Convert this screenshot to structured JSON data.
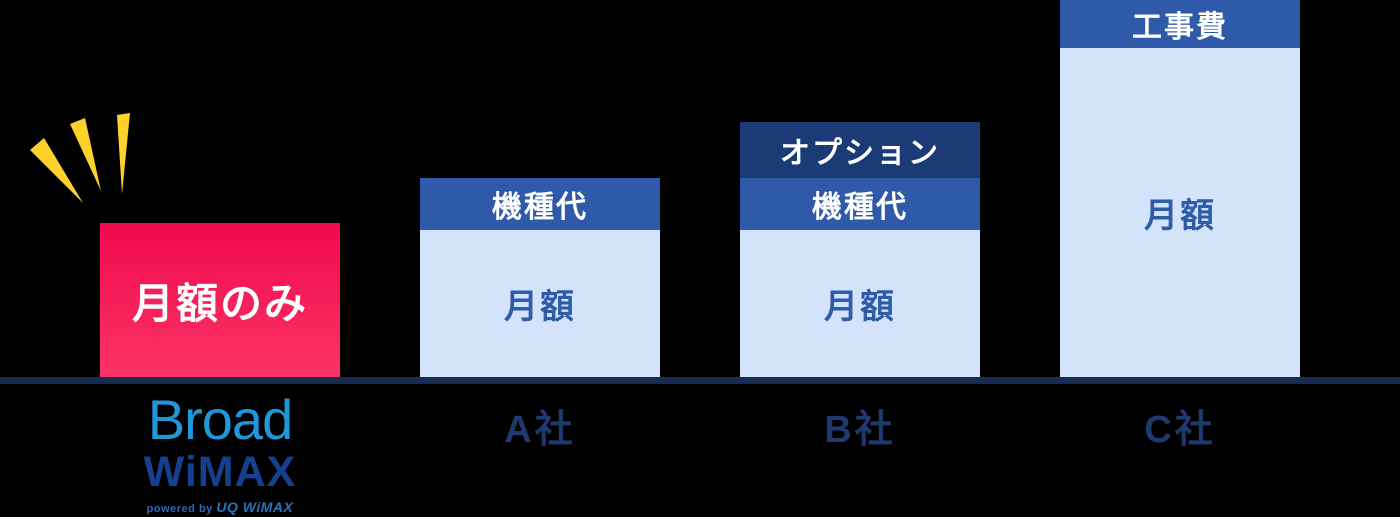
{
  "colors": {
    "background": "#000000",
    "baseline": "#182B51",
    "bar_pink_top": "#F00A4E",
    "bar_pink_bottom": "#FB3366",
    "segment_light_blue": "#D3E3FA",
    "segment_medium_blue": "#2F5AA9",
    "segment_dark_navy": "#1C3B76",
    "spark_yellow": "#FFD22B",
    "label_navy": "#1E3A6F",
    "monthly_text_blue": "#2F5BA8",
    "logo_broad_blue": "#2196D8",
    "logo_wimax_navy": "#16408F"
  },
  "bars": [
    {
      "label": "Broad WiMAX",
      "segments": [
        {
          "label": "月額のみ"
        }
      ]
    },
    {
      "label": "A社",
      "segments": [
        {
          "label": "機種代"
        },
        {
          "label": "月額"
        }
      ]
    },
    {
      "label": "B社",
      "segments": [
        {
          "label": "オプション"
        },
        {
          "label": "機種代"
        },
        {
          "label": "月額"
        }
      ]
    },
    {
      "label": "C社",
      "segments": [
        {
          "label": "工事費"
        },
        {
          "label": "月額"
        }
      ]
    }
  ],
  "logo": {
    "broad": "Broad",
    "wimax": "WiMAX",
    "powered_by": "powered by",
    "powered_brand": "UQ WiMAX"
  },
  "chart_data": {
    "type": "bar",
    "stacked": true,
    "orientation": "vertical",
    "categories": [
      "Broad WiMAX",
      "A社",
      "B社",
      "C社"
    ],
    "series": [
      {
        "name": "月額",
        "values": [
          154,
          147,
          147,
          329
        ]
      },
      {
        "name": "機種代",
        "values": [
          0,
          52,
          52,
          0
        ]
      },
      {
        "name": "オプション",
        "values": [
          0,
          0,
          56,
          0
        ]
      },
      {
        "name": "工事費",
        "values": [
          0,
          0,
          0,
          48
        ]
      }
    ],
    "value_units": "relative bar height (no numeric axis shown)",
    "title": "",
    "xlabel": "",
    "ylabel": "",
    "legend": "none (segments labeled inline)",
    "notes": "Broad WiMAX bar segment is labeled 月額のみ (monthly fee only) and highlighted in pink with yellow emphasis rays; competitor bars stack extra costs in blue."
  }
}
